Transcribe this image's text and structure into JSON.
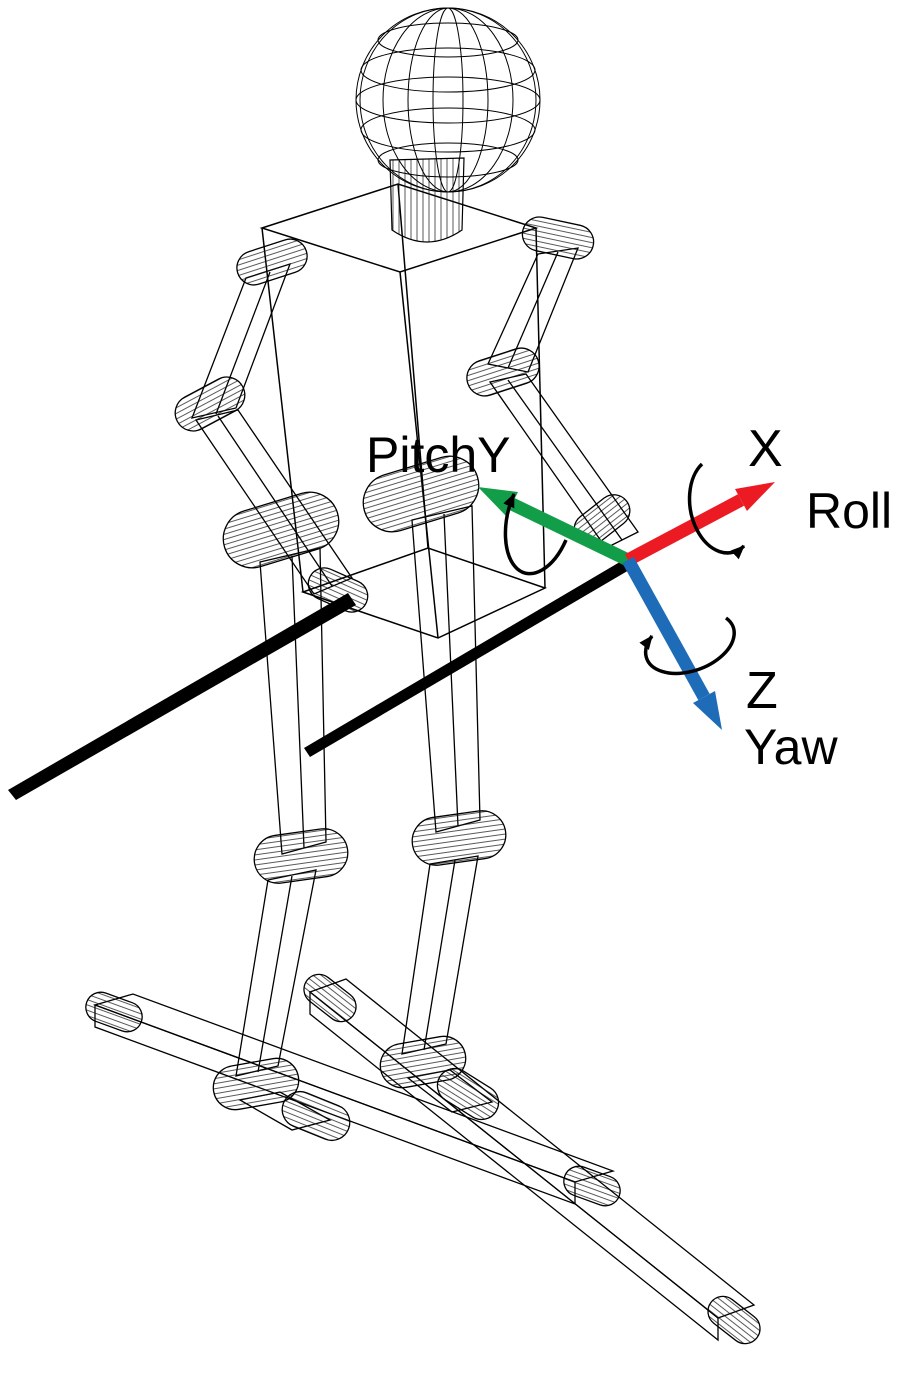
{
  "figure": {
    "description": "Wireframe humanoid skier model with body-fixed coordinate system",
    "labels": {
      "pitch_y": "PitchY",
      "x": "X",
      "roll": "Roll",
      "z": "Z",
      "yaw": "Yaw"
    },
    "axes": [
      {
        "axis": "X",
        "rotation": "Roll",
        "color": "#ec1b23"
      },
      {
        "axis": "Y",
        "rotation": "Pitch",
        "color": "#129e49"
      },
      {
        "axis": "Z",
        "rotation": "Yaw",
        "color": "#1e6cb8"
      }
    ],
    "line_color": "#000000",
    "background": "#ffffff"
  }
}
